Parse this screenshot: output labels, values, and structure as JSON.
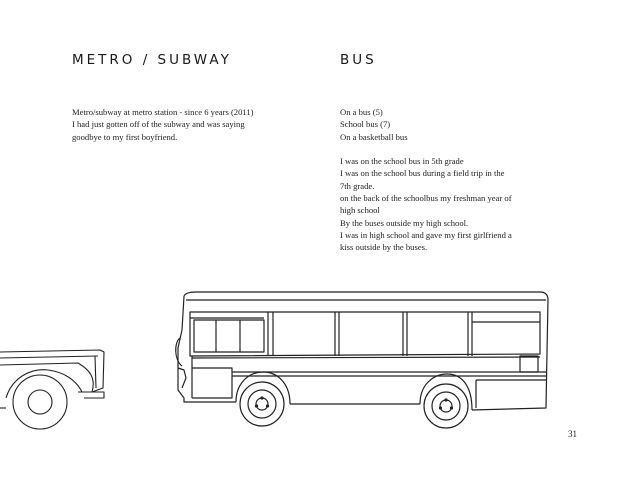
{
  "left_column": {
    "heading": "METRO / SUBWAY",
    "lines": [
      "Metro/subway at metro station  - since 6 years (2011)",
      "I had just gotten off of the subway and was saying",
      "goodbye to my first boyfriend."
    ]
  },
  "right_column": {
    "heading": "BUS",
    "group1": [
      "On a bus (5)",
      "School bus (7)",
      "On a basketball bus"
    ],
    "group2": [
      "I was on the school bus in 5th grade",
      "I was on the school bus during a field trip in the",
      "7th grade.",
      "on the back of the schoolbus my freshman year of",
      "high school",
      "By the buses outside my high school.",
      "I was in high school and gave my first girlfriend a",
      "kiss outside by the buses."
    ]
  },
  "page_number": "31",
  "illustration": {
    "subjects": [
      "truck-rear",
      "bus"
    ]
  }
}
